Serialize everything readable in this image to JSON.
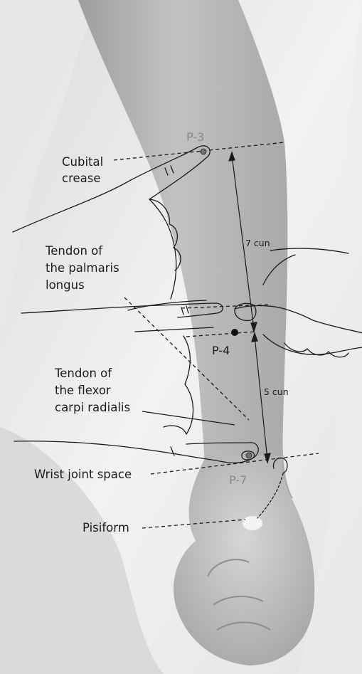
{
  "figure": {
    "labels": {
      "cubital_line1": "Cubital",
      "cubital_line2": "crease",
      "palmaris_line1": "Tendon of",
      "palmaris_line2": "the palmaris",
      "palmaris_line3": "longus",
      "flexor_line1": "Tendon of",
      "flexor_line2": "the flexor",
      "flexor_line3": "carpi radialis",
      "wrist_joint": "Wrist joint space",
      "pisiform": "Pisiform"
    },
    "points": {
      "p3": "P-3",
      "p4": "P-4",
      "p7": "P-7"
    },
    "measurements": {
      "upper": "7 cun",
      "lower": "5 cun"
    },
    "colors": {
      "point_label_grey": "#8a8a8a",
      "point_label_dark": "#1c1c1c",
      "line": "#1a1a1a"
    }
  }
}
